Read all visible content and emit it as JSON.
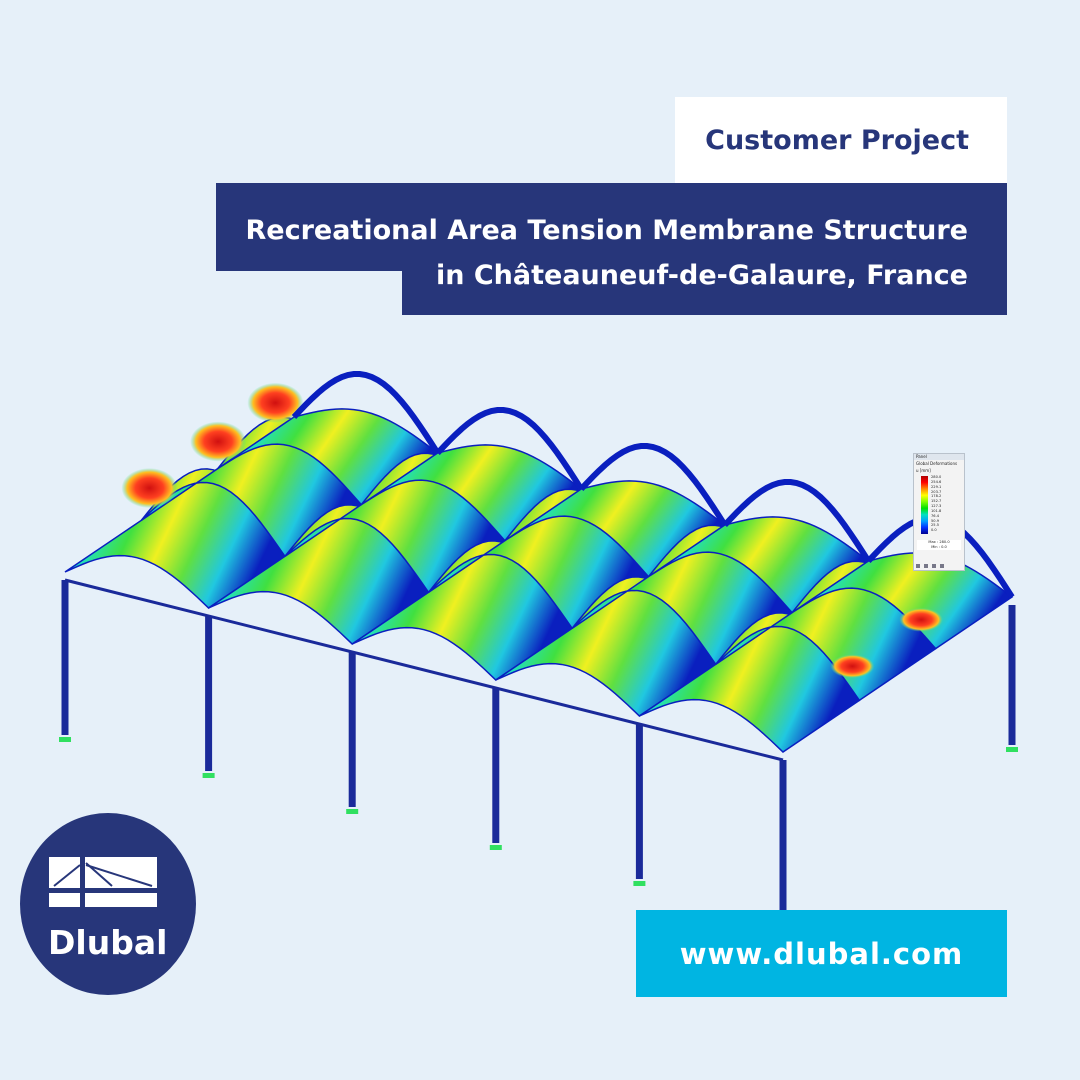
{
  "header": {
    "label": "Customer Project",
    "title_line1": "Recreational Area Tension Membrane Structure",
    "title_line2": "in Châteauneuf-de-Galaure, France"
  },
  "website": "www.dlubal.com",
  "logo": {
    "text": "Dlubal"
  },
  "colors": {
    "navy": "#27367a",
    "cyan": "#00b5e2",
    "background": "#e6f0f9"
  },
  "results_panel": {
    "window_title": "Panel",
    "result_type": "Global Deformations",
    "unit": "u [mm]",
    "scale_values": [
      "280.0",
      "254.6",
      "229.1",
      "203.7",
      "178.2",
      "152.7",
      "127.3",
      "101.8",
      "76.4",
      "50.9",
      "25.5",
      "0.0"
    ],
    "max_label": "Max :",
    "max_value": "280.0",
    "min_label": "Min :",
    "min_value": "0.0"
  }
}
